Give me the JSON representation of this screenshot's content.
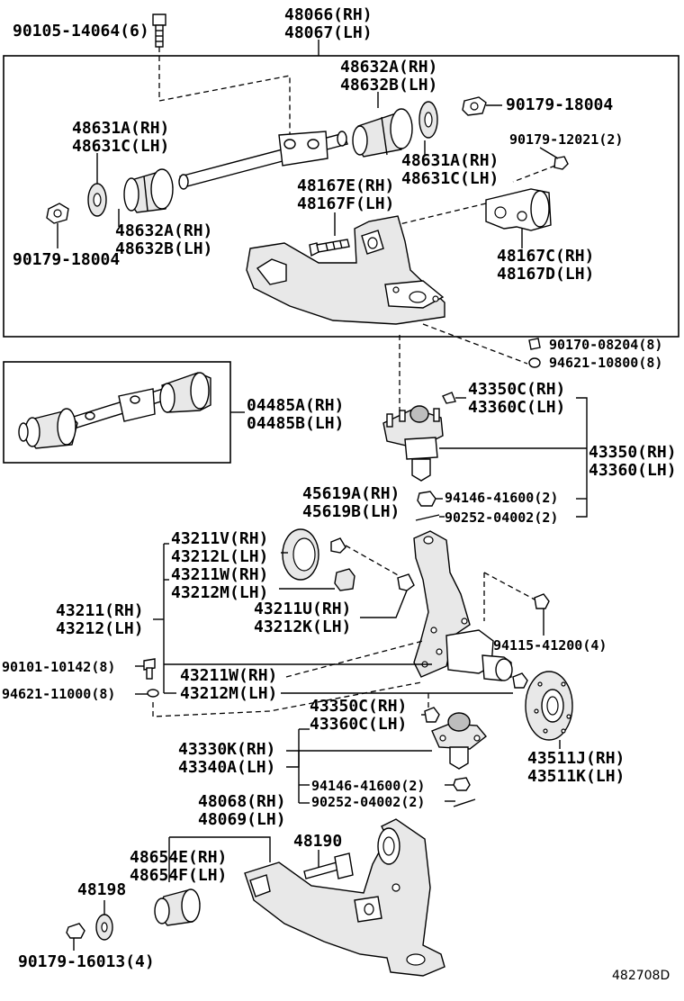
{
  "diagram_id": "482708D",
  "labels": {
    "bolt_top": "90105-14064(6)",
    "upper_arm_rh": "48066(RH)",
    "upper_arm_lh": "48067(LH)",
    "bushing_upper_right_rh": "48632A(RH)",
    "bushing_upper_right_lh": "48632B(LH)",
    "nut_upper_right": "90179-18004",
    "washer_upper_left_rh": "48631A(RH)",
    "washer_upper_left_lh": "48631C(LH)",
    "nut_upper_small": "90179-12021(2)",
    "washer_upper_right_rh": "48631A(RH)",
    "washer_upper_right_lh": "48631C(LH)",
    "bolt_upper_rh": "48167E(RH)",
    "bolt_upper_lh": "48167F(LH)",
    "nut_upper_left": "90179-18004",
    "bushing_upper_left_rh": "48632A(RH)",
    "bushing_upper_left_lh": "48632B(LH)",
    "bracket_upper_rh": "48167C(RH)",
    "bracket_upper_lh": "48167D(LH)",
    "nut_balljoint": "90170-08204(8)",
    "washer_balljoint": "94621-10800(8)",
    "shaft_kit_rh": "04485A(RH)",
    "shaft_kit_lh": "04485B(LH)",
    "upper_bj_sub_rh": "43350C(RH)",
    "upper_bj_sub_lh": "43360C(LH)",
    "upper_bj_rh": "43350(RH)",
    "upper_bj_lh": "43360(LH)",
    "bearing_upper_rh": "45619A(RH)",
    "bearing_upper_lh": "45619B(LH)",
    "nut_bj_upper": "94146-41600(2)",
    "pin_bj_upper": "90252-04002(2)",
    "seal_v_rh": "43211V(RH)",
    "seal_l_lh": "43212L(LH)",
    "seal_w_rh": "43211W(RH)",
    "seal_m_lh": "43212M(LH)",
    "knuckle_rh": "43211(RH)",
    "knuckle_lh": "43212(LH)",
    "bushing_u_rh": "43211U(RH)",
    "bushing_k_lh": "43212K(LH)",
    "nut_knuckle": "94115-41200(4)",
    "bolt_knuckle": "90101-10142(8)",
    "washer_knuckle": "94621-11000(8)",
    "cover_w_rh": "43211W(RH)",
    "cover_m_lh": "43212M(LH)",
    "lower_bj_sub_rh": "43350C(RH)",
    "lower_bj_sub_lh": "43360C(LH)",
    "lower_bj_rh": "43330K(RH)",
    "lower_bj_lh": "43340A(LH)",
    "hub_rh": "43511J(RH)",
    "hub_lh": "43511K(LH)",
    "nut_bj_lower": "94146-41600(2)",
    "pin_bj_lower": "90252-04002(2)",
    "lower_arm_rh": "48068(RH)",
    "lower_arm_lh": "48069(LH)",
    "bushing_lower_rh": "48654E(RH)",
    "bushing_lower_lh": "48654F(LH)",
    "bolt_lower": "48190",
    "washer_lower": "48198",
    "nut_lower": "90179-16013(4)"
  }
}
